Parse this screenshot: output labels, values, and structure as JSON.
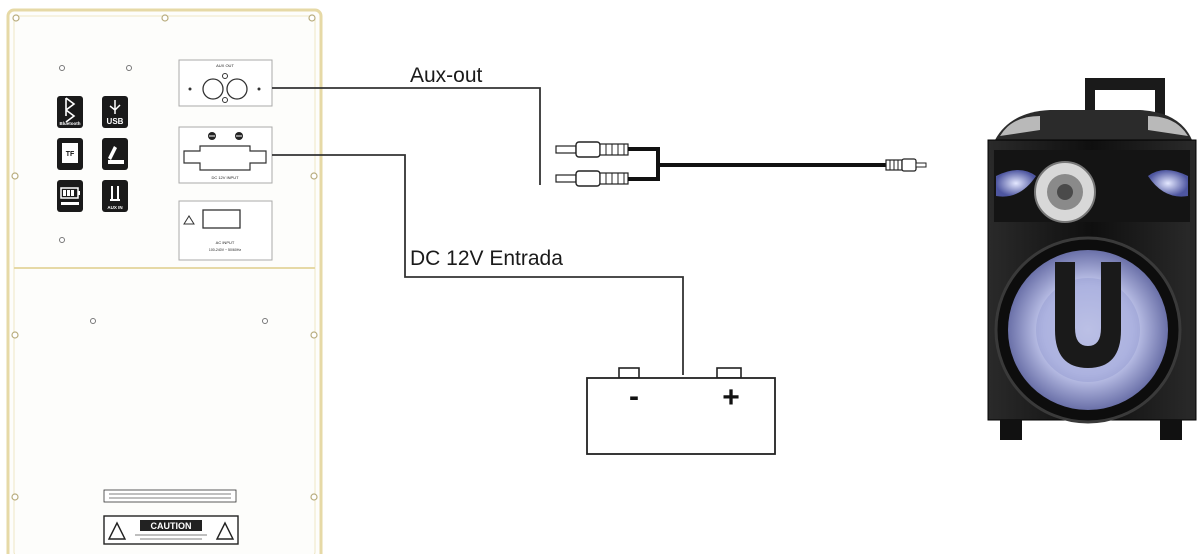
{
  "labels": {
    "aux_out": "Aux-out",
    "dc_input": "DC 12V Entrada"
  },
  "panel": {
    "icons": [
      {
        "name": "bluetooth-icon",
        "text": "Bluetooth"
      },
      {
        "name": "usb-icon",
        "text": "USB"
      },
      {
        "name": "tf-card-icon",
        "text": "TF"
      },
      {
        "name": "microphone-icon",
        "text": ""
      },
      {
        "name": "battery-icon",
        "text": ""
      },
      {
        "name": "aux-in-icon",
        "text": "AUX IN"
      }
    ],
    "aux_out_jack_label": "AUX OUT",
    "dc_jack_label": "DC 12V INPUT",
    "ac_jack_label": "AC INPUT",
    "ac_jack_sub": "100-240V ~ 50/60Hz",
    "caution_label": "CAUTION"
  },
  "battery": {
    "minus": "-",
    "plus": "+"
  },
  "colors": {
    "line": "#333333",
    "panel_border": "#e6d9a6",
    "speaker_body": "#1c1c1c",
    "speaker_glow": "#c9cef2"
  }
}
